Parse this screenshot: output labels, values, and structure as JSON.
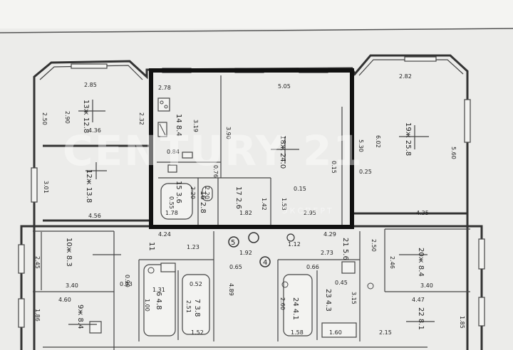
{
  "dimensions": [
    {
      "id": "d1",
      "text": "2.85"
    },
    {
      "id": "d2",
      "text": "2.50"
    },
    {
      "id": "d3",
      "text": "2.90"
    },
    {
      "id": "d4",
      "text": "2.32"
    },
    {
      "id": "d5",
      "text": "4.36"
    },
    {
      "id": "d6",
      "text": "3.01"
    },
    {
      "id": "d7",
      "text": "4.56"
    },
    {
      "id": "d8",
      "text": "2.78"
    },
    {
      "id": "d9",
      "text": "3.19"
    },
    {
      "id": "d10",
      "text": "0.84"
    },
    {
      "id": "d11",
      "text": "0.76"
    },
    {
      "id": "d12",
      "text": "2.20"
    },
    {
      "id": "d13",
      "text": "1.78"
    },
    {
      "id": "d14",
      "text": "2.20"
    },
    {
      "id": "d15",
      "text": "5.05"
    },
    {
      "id": "d16",
      "text": "3.90"
    },
    {
      "id": "d17",
      "text": "0.15"
    },
    {
      "id": "d18",
      "text": "1.42"
    },
    {
      "id": "d19",
      "text": "1.82"
    },
    {
      "id": "d20",
      "text": "1.53"
    },
    {
      "id": "d21",
      "text": "0.15"
    },
    {
      "id": "d22",
      "text": "2.95"
    },
    {
      "id": "d23",
      "text": "2.82"
    },
    {
      "id": "d24",
      "text": "6.02"
    },
    {
      "id": "d25",
      "text": "5.30"
    },
    {
      "id": "d26",
      "text": "5.60"
    },
    {
      "id": "d27",
      "text": "0.25"
    },
    {
      "id": "d28",
      "text": "4.35"
    },
    {
      "id": "d29",
      "text": "4.24"
    },
    {
      "id": "d30",
      "text": "2.45"
    },
    {
      "id": "d31",
      "text": "3.40"
    },
    {
      "id": "d32",
      "text": "0.93"
    },
    {
      "id": "d33",
      "text": "4.60"
    },
    {
      "id": "d34",
      "text": "1.86"
    },
    {
      "id": "d35",
      "text": "1.23"
    },
    {
      "id": "d36",
      "text": "1.92"
    },
    {
      "id": "d37",
      "text": "0.65"
    },
    {
      "id": "d38",
      "text": "4.89"
    },
    {
      "id": "d39",
      "text": "1.31"
    },
    {
      "id": "d40",
      "text": "0.52"
    },
    {
      "id": "d41",
      "text": "2.51"
    },
    {
      "id": "d42",
      "text": "1.52"
    },
    {
      "id": "d43",
      "text": "4.29"
    },
    {
      "id": "d44",
      "text": "2.73"
    },
    {
      "id": "d45",
      "text": "1.12"
    },
    {
      "id": "d46",
      "text": "0.66"
    },
    {
      "id": "d47",
      "text": "2.50"
    },
    {
      "id": "d48",
      "text": "2.46"
    },
    {
      "id": "d49",
      "text": "3.40"
    },
    {
      "id": "d50",
      "text": "4.47"
    },
    {
      "id": "d51",
      "text": "1.85"
    },
    {
      "id": "d52",
      "text": "2.60"
    },
    {
      "id": "d53",
      "text": "3.15"
    },
    {
      "id": "d54",
      "text": "1.58"
    },
    {
      "id": "d55",
      "text": "1.60"
    },
    {
      "id": "d56",
      "text": "2.15"
    },
    {
      "id": "d57",
      "text": "0.45"
    },
    {
      "id": "d58",
      "text": "1.00"
    },
    {
      "id": "d59",
      "text": "0.90"
    },
    {
      "id": "d60",
      "text": "0.55"
    }
  ],
  "rooms": [
    {
      "id": "r13",
      "text": "13ж 12.8"
    },
    {
      "id": "r12",
      "text": "12ж 13.8"
    },
    {
      "id": "r14",
      "text": "14 8.4"
    },
    {
      "id": "r18",
      "text": "18ж 24.0"
    },
    {
      "id": "r19",
      "text": "19ж 25.8"
    },
    {
      "id": "r15",
      "text": "15 3.6"
    },
    {
      "id": "r16",
      "text": "16 2.8"
    },
    {
      "id": "r17",
      "text": "17 2.6"
    },
    {
      "id": "r10",
      "text": "10ж 8.3"
    },
    {
      "id": "r9",
      "text": "9ж 8.4"
    },
    {
      "id": "r6",
      "text": "6 4.8"
    },
    {
      "id": "r7",
      "text": "7 3.8"
    },
    {
      "id": "r20",
      "text": "20ж 8.4"
    },
    {
      "id": "r21",
      "text": "21 5.6"
    },
    {
      "id": "r22",
      "text": "22 8.1"
    },
    {
      "id": "r24",
      "text": "24 4.1"
    },
    {
      "id": "r23",
      "text": "23 4.3"
    },
    {
      "id": "r5",
      "text": "5"
    },
    {
      "id": "r4",
      "text": "4"
    },
    {
      "id": "r11",
      "text": "11"
    }
  ],
  "watermark": {
    "brand": "CENTURY 21",
    "sub": "ЭКСПЕРТ"
  }
}
